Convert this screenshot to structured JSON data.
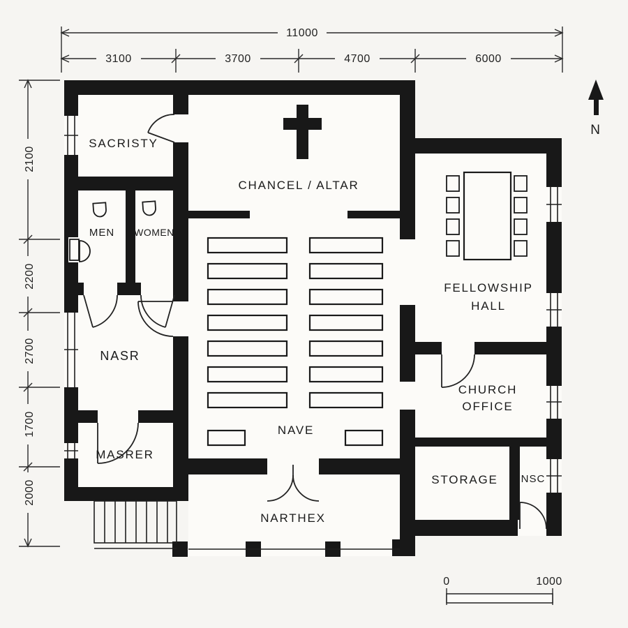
{
  "plan": {
    "rooms": {
      "sacristy": "SACRISTY",
      "men": "MEN",
      "women": "WOMEN",
      "chancel_altar": "CHANCEL / ALTAR",
      "nave": "NAVE",
      "narthex": "NARTHEX",
      "nasr": "NASR",
      "masrer": "MASRER",
      "fellowship_line1": "FELLOWSHIP",
      "fellowship_line2": "HALL",
      "office_line1": "CHURCH",
      "office_line2": "OFFICE",
      "storage": "STORAGE",
      "nsc": "NSC"
    },
    "dimensions": {
      "overall_width": "11000",
      "top_segments": [
        "3100",
        "3700",
        "4700",
        "6000"
      ],
      "left_segments": [
        "2100",
        "2200",
        "2700",
        "1700",
        "2000"
      ]
    },
    "compass": {
      "label": "N"
    },
    "scale_bar": {
      "min": "0",
      "max": "1000"
    },
    "colors": {
      "wall": "#181818",
      "background": "#f6f5f2",
      "interior": "#fcfbf8",
      "line": "#222222",
      "text": "#1b1b1b"
    }
  }
}
